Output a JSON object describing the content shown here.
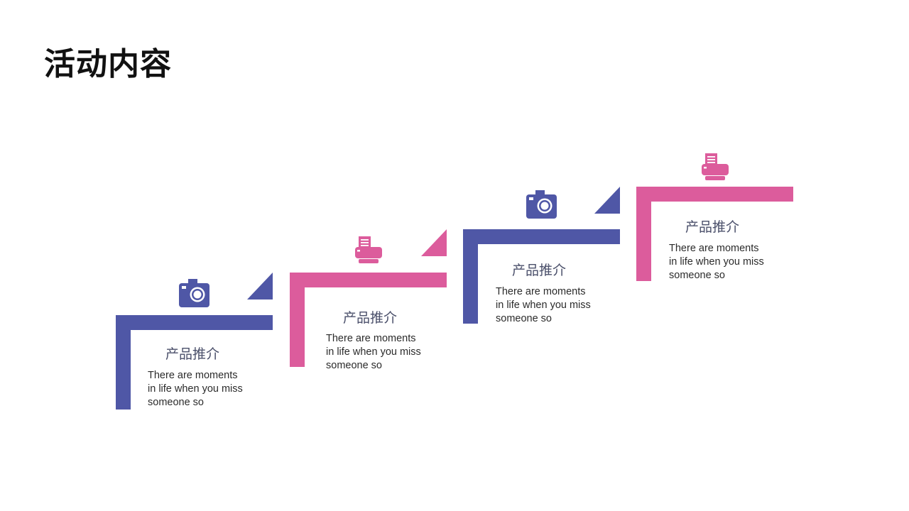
{
  "page": {
    "title": "活动内容"
  },
  "colors": {
    "blue": "#4f57a6",
    "pink": "#dc5c9c"
  },
  "steps": [
    {
      "color": "blue",
      "icon": "camera-icon",
      "title": "产品推介",
      "desc": [
        "There are moments",
        "in life when you miss",
        "someone so"
      ]
    },
    {
      "color": "pink",
      "icon": "printer-icon",
      "title": "产品推介",
      "desc": [
        "There are moments",
        "in life when you miss",
        "someone so"
      ]
    },
    {
      "color": "blue",
      "icon": "camera-icon",
      "title": "产品推介",
      "desc": [
        "There are moments",
        "in life when you miss",
        "someone so"
      ]
    },
    {
      "color": "pink",
      "icon": "printer-icon",
      "title": "产品推介",
      "desc": [
        "There are moments",
        "in life when you miss",
        "someone so"
      ]
    }
  ]
}
